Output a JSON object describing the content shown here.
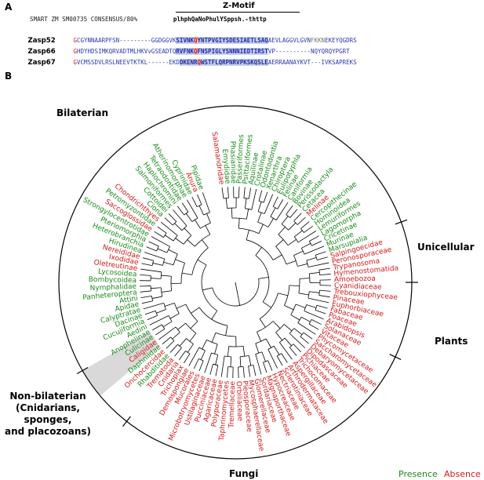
{
  "panel_a": {
    "label": "A",
    "motif_title": "Z-Motif",
    "consensus": {
      "prefix": "SMART ZM SM00735 CONSENSUS/80%",
      "motif": "plhphQaNoPhulYSppsh.-thttp"
    },
    "sequences": [
      {
        "name": "Zasp52",
        "pre_red": "G",
        "pre": "CGYNNAARPFSN---------GGDGGVK",
        "hl_a": "SIVNK",
        "hl_red": "Q",
        "hl_b": "YNTPVGIYSDESIAETLSAQ",
        "post": "AEVLAGGVLGVN",
        "post_k": "FKKN",
        "post_b": "EKEYQGDRS"
      },
      {
        "name": "Zasp66",
        "pre_red": "G",
        "pre": "HDYHDSIMKQRVADTMLHKVvGSEADTQ",
        "hl_a": "RVFNK",
        "hl_red": "Q",
        "hl_b": "FNSPIGLYSNNNIEDTIRST",
        "post": "VP",
        "post_k": "",
        "post_b": "----------NQYQRQYPGRT"
      },
      {
        "name": "Zasp67",
        "pre_red": "G",
        "pre": "VCMSSDVLRSLNEEVTKTKL------EKD",
        "hl_a": "DKENR",
        "hl_red": "Q",
        "hl_b": "WSTFLQRPNRVPKSKQSLE",
        "post": "AERRAANAYKVT",
        "post_k": "",
        "post_b": "---IVKSAPREKS"
      }
    ]
  },
  "panel_b": {
    "label": "B",
    "regions": {
      "bilaterian": "Bilaterian",
      "unicellular": "Unicellular",
      "plants": "Plants",
      "fungi": "Fungi",
      "nonbilaterian": [
        "Non-bilaterian",
        "(Cnidarians,",
        "sponges,",
        "and placozoans)"
      ]
    },
    "colors": {
      "presence": "#1a8a1a",
      "absence": "#d11a1a",
      "shade": "#d9d9d9"
    },
    "legend": {
      "presence": "Presence",
      "absence": "Absence"
    },
    "taxa": [
      {
        "name": "Salamandridae",
        "s": "a"
      },
      {
        "name": "Emydidae",
        "s": "p"
      },
      {
        "name": "Phasianidae",
        "s": "p"
      },
      {
        "name": "Passeriformes",
        "s": "p"
      },
      {
        "name": "Psittaciformes",
        "s": "p"
      },
      {
        "name": "Aquilinae",
        "s": "p"
      },
      {
        "name": "Crotalinae",
        "s": "p"
      },
      {
        "name": "Odontodontia",
        "s": "p"
      },
      {
        "name": "Xenarthra",
        "s": "p"
      },
      {
        "name": "Chiroptera",
        "s": "p"
      },
      {
        "name": "Eulipotyphla",
        "s": "p"
      },
      {
        "name": "Felinae",
        "s": "p"
      },
      {
        "name": "Caniformia",
        "s": "p"
      },
      {
        "name": "Bovinae",
        "s": "p"
      },
      {
        "name": "Perissodactyla",
        "s": "p"
      },
      {
        "name": "Cetacea",
        "s": "p"
      },
      {
        "name": "Melinae",
        "s": "a"
      },
      {
        "name": "Cercopithecinae",
        "s": "p"
      },
      {
        "name": "Hominoidea",
        "s": "p"
      },
      {
        "name": "Lemuriformes",
        "s": "p"
      },
      {
        "name": "Lagomorpha",
        "s": "p"
      },
      {
        "name": "Cricetinae",
        "s": "p"
      },
      {
        "name": "Murinae",
        "s": "p"
      },
      {
        "name": "Marsupialia",
        "s": "p"
      },
      {
        "name": "Salpingoecidae",
        "s": "a"
      },
      {
        "name": "Peronosporaceae",
        "s": "a"
      },
      {
        "name": "Trypanosoma",
        "s": "a"
      },
      {
        "name": "Hymenostomatida",
        "s": "a"
      },
      {
        "name": "Amoebozoa",
        "s": "a"
      },
      {
        "name": "Cyanidiaceae",
        "s": "a"
      },
      {
        "name": "Trebouxiophyceae",
        "s": "a"
      },
      {
        "name": "Pinaceae",
        "s": "a"
      },
      {
        "name": "Euphorbiaceae",
        "s": "a"
      },
      {
        "name": "Fabaceae",
        "s": "a"
      },
      {
        "name": "Poaceae",
        "s": "a"
      },
      {
        "name": "Arabidopsis",
        "s": "a"
      },
      {
        "name": "Solanaceae",
        "s": "a"
      },
      {
        "name": "Vitaceae",
        "s": "a"
      },
      {
        "name": "Phycomycetaceae",
        "s": "a"
      },
      {
        "name": "Saccharomycetaceae",
        "s": "a"
      },
      {
        "name": "Debaryomycetaceae",
        "s": "a"
      },
      {
        "name": "Dipodascaceae",
        "s": "a"
      },
      {
        "name": "Pichiaceae",
        "s": "a"
      },
      {
        "name": "Trichocomaceae",
        "s": "a"
      },
      {
        "name": "Aspergillaceae",
        "s": "a"
      },
      {
        "name": "Arthrodermataceae",
        "s": "a"
      },
      {
        "name": "Sclerotiniaceae",
        "s": "a"
      },
      {
        "name": "Nectriaceae",
        "s": "a"
      },
      {
        "name": "Hypocreaceae",
        "s": "a"
      },
      {
        "name": "Magnaporthaceae",
        "s": "a"
      },
      {
        "name": "Sordariaceae",
        "s": "a"
      },
      {
        "name": "Glomerellaceae",
        "s": "a"
      },
      {
        "name": "Mycosphaerellaceae",
        "s": "a"
      },
      {
        "name": "Pleosporaceae",
        "s": "a"
      },
      {
        "name": "Orbiliaceae",
        "s": "a"
      },
      {
        "name": "Tremellaceae",
        "s": "a"
      },
      {
        "name": "Taphrinomycetes",
        "s": "a"
      },
      {
        "name": "Polyporaceae",
        "s": "a"
      },
      {
        "name": "Agaricaceae",
        "s": "a"
      },
      {
        "name": "Pucciniaceae",
        "s": "a"
      },
      {
        "name": "Ustilaginaceae",
        "s": "a"
      },
      {
        "name": "Microbotryomycetes",
        "s": "a"
      },
      {
        "name": "Mucorales",
        "s": "a"
      },
      {
        "name": "Demospongiae",
        "s": "a"
      },
      {
        "name": "Trichoplax",
        "s": "a"
      },
      {
        "name": "Cnidaria",
        "s": "a"
      },
      {
        "name": "Trematoda",
        "s": "a"
      },
      {
        "name": "Rhabditidae",
        "s": "p"
      },
      {
        "name": "Onchocercidae",
        "s": "a"
      },
      {
        "name": "Daphniidae",
        "s": "p"
      },
      {
        "name": "Caligidae",
        "s": "a"
      },
      {
        "name": "Culicinae",
        "s": "p"
      },
      {
        "name": "Anophelinae",
        "s": "p"
      },
      {
        "name": "Aedini",
        "s": "p"
      },
      {
        "name": "Cucujiformia",
        "s": "p"
      },
      {
        "name": "Dacinae",
        "s": "p"
      },
      {
        "name": "Calyptratae",
        "s": "p"
      },
      {
        "name": "Apidae",
        "s": "p"
      },
      {
        "name": "Attini",
        "s": "p"
      },
      {
        "name": "Panheteroptera",
        "s": "p"
      },
      {
        "name": "Nymphalidae",
        "s": "p"
      },
      {
        "name": "Bombycoidea",
        "s": "p"
      },
      {
        "name": "Lycosoidea",
        "s": "p"
      },
      {
        "name": "Oletreutinae",
        "s": "a"
      },
      {
        "name": "Ixodidae",
        "s": "a"
      },
      {
        "name": "Nereididae",
        "s": "a"
      },
      {
        "name": "Hirudinea",
        "s": "p"
      },
      {
        "name": "Heterobranchia",
        "s": "p"
      },
      {
        "name": "Pteriomorphia",
        "s": "p"
      },
      {
        "name": "Strongylocentrotidae",
        "s": "p"
      },
      {
        "name": "Saccoglossidae",
        "s": "a"
      },
      {
        "name": "Petromyzontidae",
        "s": "p"
      },
      {
        "name": "Chondrichthyes",
        "s": "a"
      },
      {
        "name": "Ciona",
        "s": "p"
      },
      {
        "name": "Cottoidei",
        "s": "p"
      },
      {
        "name": "Salmoniformes",
        "s": "p"
      },
      {
        "name": "Haplochromini",
        "s": "p"
      },
      {
        "name": "Tetraodontidae",
        "s": "p"
      },
      {
        "name": "Atherinomorphae",
        "s": "p"
      },
      {
        "name": "Cyprinidae",
        "s": "p"
      },
      {
        "name": "Anura",
        "s": "a"
      },
      {
        "name": "Pipidae",
        "s": "p"
      }
    ]
  }
}
